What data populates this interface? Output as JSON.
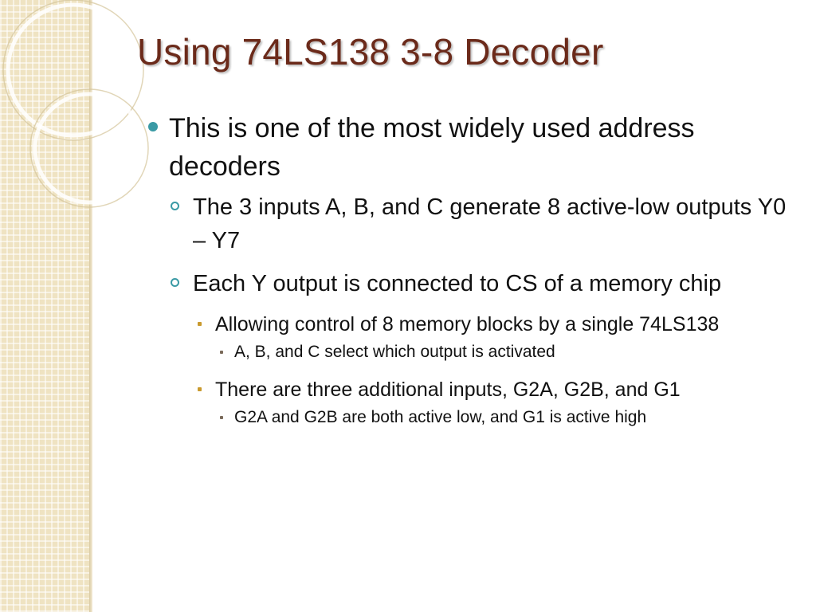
{
  "slide": {
    "title": "Using 74LS138 3-8 Decoder",
    "colors": {
      "title": "#6b2a1a",
      "bullet_primary": "#3a9aa5",
      "bullet_tertiary": "#c99a2e",
      "side_strip": "#efe3c2"
    },
    "bullets": [
      {
        "level": 1,
        "text": "This is one of the most widely used address decoders"
      },
      {
        "level": 2,
        "text": "The 3 inputs A, B, and C generate 8 active-low outputs Y0 – Y7"
      },
      {
        "level": 2,
        "text": "Each Y output is connected to CS of a memory chip"
      },
      {
        "level": 3,
        "text": "Allowing control of 8 memory blocks by a single 74LS138"
      },
      {
        "level": 4,
        "text": "A, B, and C select which output is activated"
      },
      {
        "level": 3,
        "text": "There are three additional inputs, G2A, G2B, and G1"
      },
      {
        "level": 4,
        "text": "G2A and G2B are both active low, and G1 is active high"
      }
    ]
  }
}
